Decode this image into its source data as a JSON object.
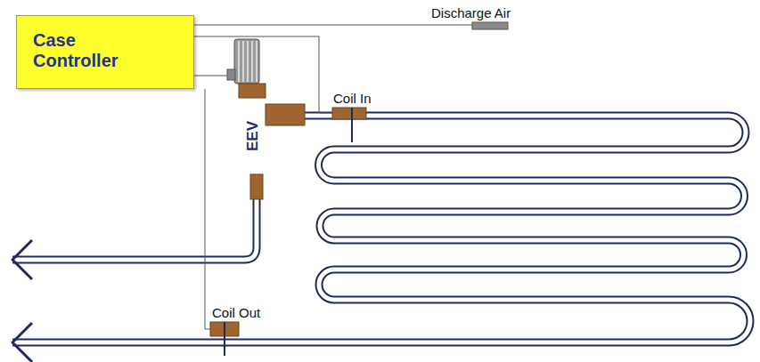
{
  "diagram": {
    "nodes": [
      {
        "text": [
          "Case Controller"
        ]
      },
      {
        "text": [
          "EEV"
        ]
      }
    ],
    "edges": [
      {
        "from": 0,
        "to": 1,
        "arrow": "none"
      }
    ],
    "labels": [
      "Discharge Air",
      "Coil In",
      "Coil Out"
    ]
  }
}
